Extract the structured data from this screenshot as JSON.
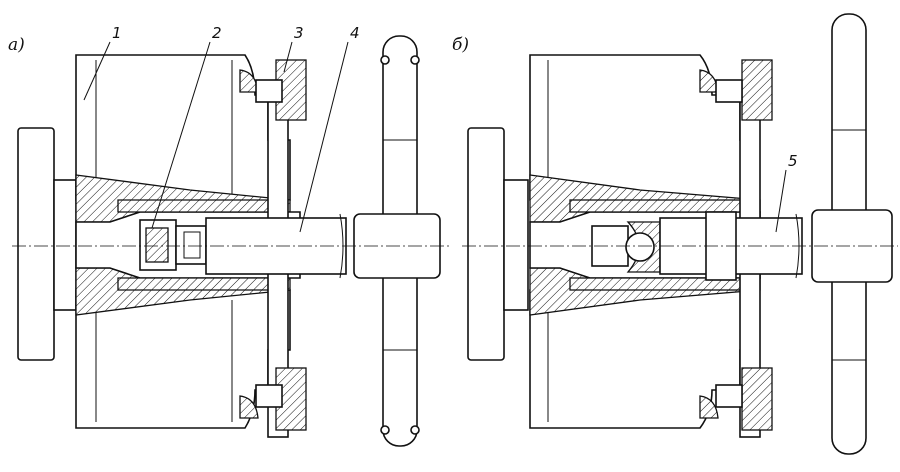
{
  "views": [
    {
      "view_label": "а)",
      "part_labels": [
        "1",
        "2",
        "3",
        "4"
      ]
    },
    {
      "view_label": "б)",
      "part_labels": [
        "5"
      ]
    }
  ]
}
